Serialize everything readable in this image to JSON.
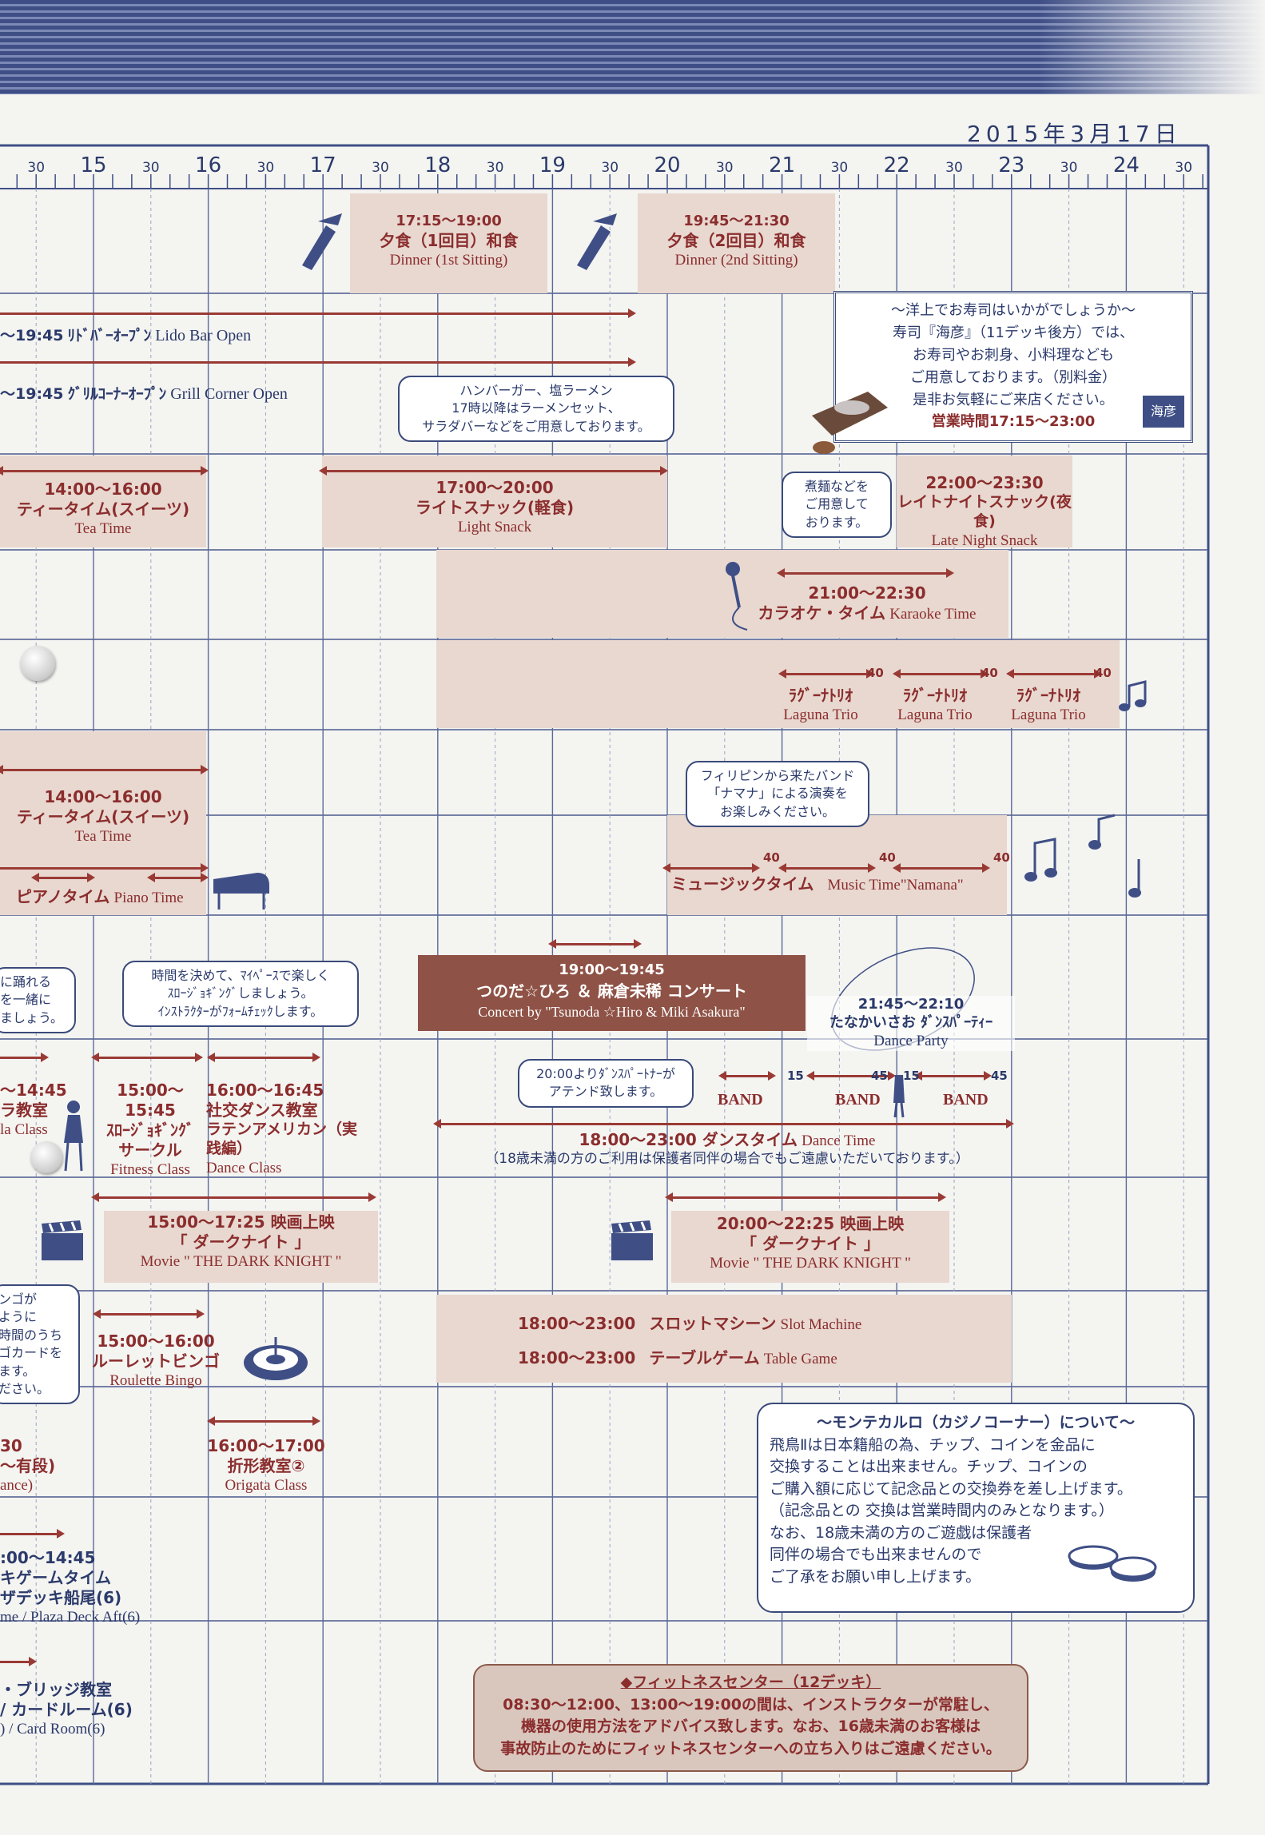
{
  "date": "2015年3月17日",
  "timeline": {
    "hours": [
      "15",
      "16",
      "17",
      "18",
      "19",
      "20",
      "21",
      "22",
      "23",
      "24"
    ],
    "half": "30"
  },
  "dinner1": {
    "time": "17:15〜19:00",
    "jp": "夕食（1回目）和食",
    "en": "Dinner (1st Sitting)"
  },
  "dinner2": {
    "time": "19:45〜21:30",
    "jp": "夕食（2回目）和食",
    "en": "Dinner (2nd Sitting)"
  },
  "lido": {
    "time": "〜19:45",
    "jp": "ﾘﾄﾞﾊﾞｰｵｰﾌﾟﾝ",
    "en": "Lido Bar Open"
  },
  "grill": {
    "time": "〜19:45",
    "jp": "ｸﾞﾘﾙｺｰﾅｰｵｰﾌﾟﾝ",
    "en": "Grill Corner Open"
  },
  "grill_bubble": [
    "ハンバーガー、塩ラーメン",
    "17時以降はラーメンセット、",
    "サラダバーなどをご用意しております。"
  ],
  "sushi": {
    "lines": [
      "〜洋上でお寿司はいかがでしょうか〜",
      "寿司『海彦』（11デッキ後方）では、",
      "お寿司やお刺身、小料理なども",
      "ご用意しております。（別料金）",
      "是非お気軽にご来店ください。"
    ],
    "hours": "営業時間17:15〜23:00",
    "logo": "海彦"
  },
  "tea1": {
    "time": "14:00〜16:00",
    "jp": "ティータイム(スイーツ)",
    "en": "Tea Time"
  },
  "light": {
    "time": "17:00〜20:00",
    "jp": "ライトスナック(軽食)",
    "en": "Light Snack"
  },
  "noodle_bubble": [
    "煮麺などを",
    "ご用意して",
    "おります。"
  ],
  "late": {
    "time": "22:00〜23:30",
    "jp": "レイトナイトスナック(夜食)",
    "en": "Late Night Snack"
  },
  "karaoke": {
    "time": "21:00〜22:30",
    "jp": "カラオケ・タイム",
    "en": "Karaoke Time"
  },
  "laguna": {
    "mins": "40",
    "jp": "ﾗｸﾞｰﾅﾄﾘｵ",
    "en": "Laguna Trio"
  },
  "tea2": {
    "time": "14:00〜16:00",
    "jp": "ティータイム(スイーツ)",
    "en": "Tea Time"
  },
  "piano": {
    "jp": "ピアノタイム",
    "en": "Piano Time"
  },
  "band_bubble": [
    "フィリピンから来たバンド",
    "「ナマナ」による演奏を",
    "お楽しみください。"
  ],
  "music": {
    "mins": "40",
    "jp": "ミュージックタイム",
    "en": "Music Time\"Namana\""
  },
  "dance_bubble_left": [
    "に踊れる",
    "を一緒に",
    "ましょう。"
  ],
  "jog_bubble": [
    "時間を決めて、ﾏｲﾍﾟｰｽで楽しく",
    "ｽﾛｰｼﾞｮｷﾞﾝｸﾞしましょう。",
    "ｲﾝｽﾄﾗｸﾀｰがﾌｫｰﾑﾁｪｯｸします。"
  ],
  "concert": {
    "time": "19:00〜19:45",
    "jp": "つのだ☆ひろ ＆ 麻倉未稀 コンサート",
    "en": "Concert by \"Tsunoda ☆Hiro & Miki Asakura\""
  },
  "party": {
    "time": "21:45〜22:10",
    "jp": "たなかいさお ﾀﾞﾝｽﾊﾟｰﾃｨｰ",
    "en": "Dance Party"
  },
  "hula": {
    "time": "〜14:45",
    "jp": "ラ教室",
    "en": "la Class"
  },
  "jogging": {
    "time": "15:00〜15:45",
    "jp1": "ｽﾛｰｼﾞｮｷﾞﾝｸﾞ",
    "jp2": "サークル",
    "en": "Fitness Class"
  },
  "social": {
    "time": "16:00〜16:45",
    "jp1": "社交ダンス教室",
    "jp2": "ラテンアメリカン（実践編）",
    "en": "Dance Class"
  },
  "partner_bubble": [
    "20:00よりﾀﾞﾝｽﾊﾟｰﾄﾅｰが",
    "アテンド致します。"
  ],
  "band": {
    "label": "BAND",
    "m15": "15",
    "m45": "45"
  },
  "dancetime": {
    "line": "18:00〜23:00  ダンスタイム",
    "en": "Dance Time",
    "note": "（18歳未満の方のご利用は保護者同伴の場合でもご遠慮いただいております。）"
  },
  "movie1": {
    "time": "15:00〜17:25  映画上映",
    "jp": "「 ダークナイト 」",
    "en": "Movie \" THE DARK KNIGHT \""
  },
  "movie2": {
    "time": "20:00〜22:25  映画上映",
    "jp": "「 ダークナイト 」",
    "en": "Movie \" THE DARK KNIGHT \""
  },
  "bingo_bubble": [
    "ンゴが",
    "ように",
    "時間のうち",
    "ゴカードを",
    "ます。",
    "ださい。"
  ],
  "bingo": {
    "time": "15:00〜16:00",
    "jp": "ルーレットビンゴ",
    "en": "Roulette Bingo"
  },
  "slot": {
    "time": "18:00〜23:00",
    "jp": "スロットマシーン",
    "en": "Slot Machine"
  },
  "table": {
    "time": "18:00〜23:00",
    "jp": "テーブルゲーム",
    "en": "Table Game"
  },
  "left_dance": {
    "time": "30",
    "jp": "〜有段)",
    "en": "ance)"
  },
  "origami": {
    "time": "16:00〜17:00",
    "jp": "折形教室②",
    "en": "Origata Class"
  },
  "casino": {
    "title": "〜モンテカルロ（カジノコーナー）について〜",
    "lines": [
      "飛鳥Ⅱは日本籍船の為、チップ、コインを金品に",
      "交換することは出来ません。チップ、コインの",
      "ご購入額に応じて記念品との交換券を差し上げます。",
      "（記念品との 交換は営業時間内のみとなります。）",
      "なお、18歳未満の方のご遊戯は保護者",
      "同伴の場合でも出来ませんので",
      "ご了承をお願い申し上げます。"
    ]
  },
  "plaza": {
    "time": ":00〜14:45",
    "jp1": "キゲームタイム",
    "jp2": "ザデッキ船尾(6)",
    "en": "me / Plaza Deck Aft(6)"
  },
  "bridge": {
    "jp1": "・ブリッジ教室",
    "jp2": "/ カードルーム(6)",
    "en": ") / Card Room(6)"
  },
  "fitness": {
    "title": "◆フィットネスセンター（12デッキ）",
    "lines": [
      "08:30〜12:00、13:00〜19:00の間は、インストラクターが常駐し、",
      "機器の使用方法をアドバイス致します。なお、16歳未満のお客様は",
      "事故防止のためにフィットネスセンターへの立ち入りはご遠慮ください。"
    ]
  }
}
